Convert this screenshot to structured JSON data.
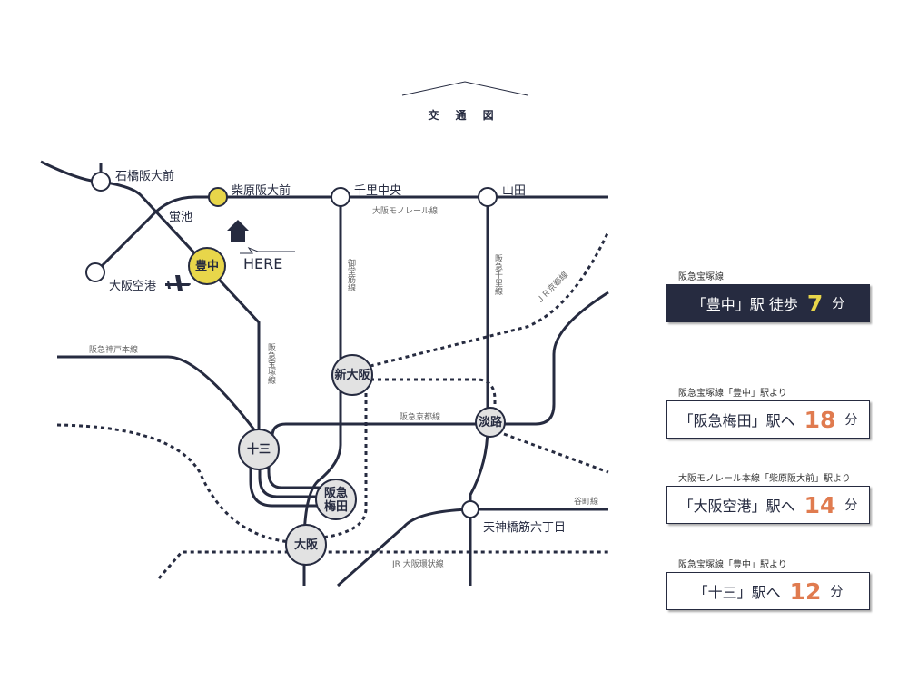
{
  "title": "交 通 図",
  "stations": {
    "ishibashi": "石橋阪大前",
    "shibahara": "柴原阪大前",
    "senri_chuo": "千里中央",
    "yamada": "山田",
    "hotarugaike": "蛍池",
    "toyonaka": "豊中",
    "osaka_airport": "大阪空港",
    "shin_osaka": "新大阪",
    "juso": "十三",
    "awaji": "淡路",
    "hankyu_umeda": "阪急梅田",
    "osaka": "大阪",
    "tenjinbashi": "天神橋筋六丁目"
  },
  "here_label": "HERE",
  "lines": {
    "monorail": "大阪モノレール線",
    "midosuji": "御堂筋線",
    "senri": "阪急千里線",
    "jr_kyoto": "ＪＲ京都線",
    "kobe": "阪急神戸本線",
    "takarazuka": "阪急宝塚線",
    "kyoto": "阪急京都線",
    "tanimachi": "谷町線",
    "jr_loop": "JR 大阪環状線"
  },
  "colors": {
    "navy": "#262b40",
    "yellow": "#e8d64a",
    "orange": "#e07b4f"
  },
  "access": [
    {
      "caption": "阪急宝塚線",
      "text": "「豊中」駅 徒歩",
      "minutes": "7",
      "unit": "分"
    },
    {
      "caption": "阪急宝塚線「豊中」駅より",
      "text": "「阪急梅田」駅へ",
      "minutes": "18",
      "unit": "分"
    },
    {
      "caption": "大阪モノレール本線「柴原阪大前」駅より",
      "text": "「大阪空港」駅へ",
      "minutes": "14",
      "unit": "分"
    },
    {
      "caption": "阪急宝塚線「豊中」駅より",
      "text": "「十三」駅へ",
      "minutes": "12",
      "unit": "分"
    }
  ]
}
